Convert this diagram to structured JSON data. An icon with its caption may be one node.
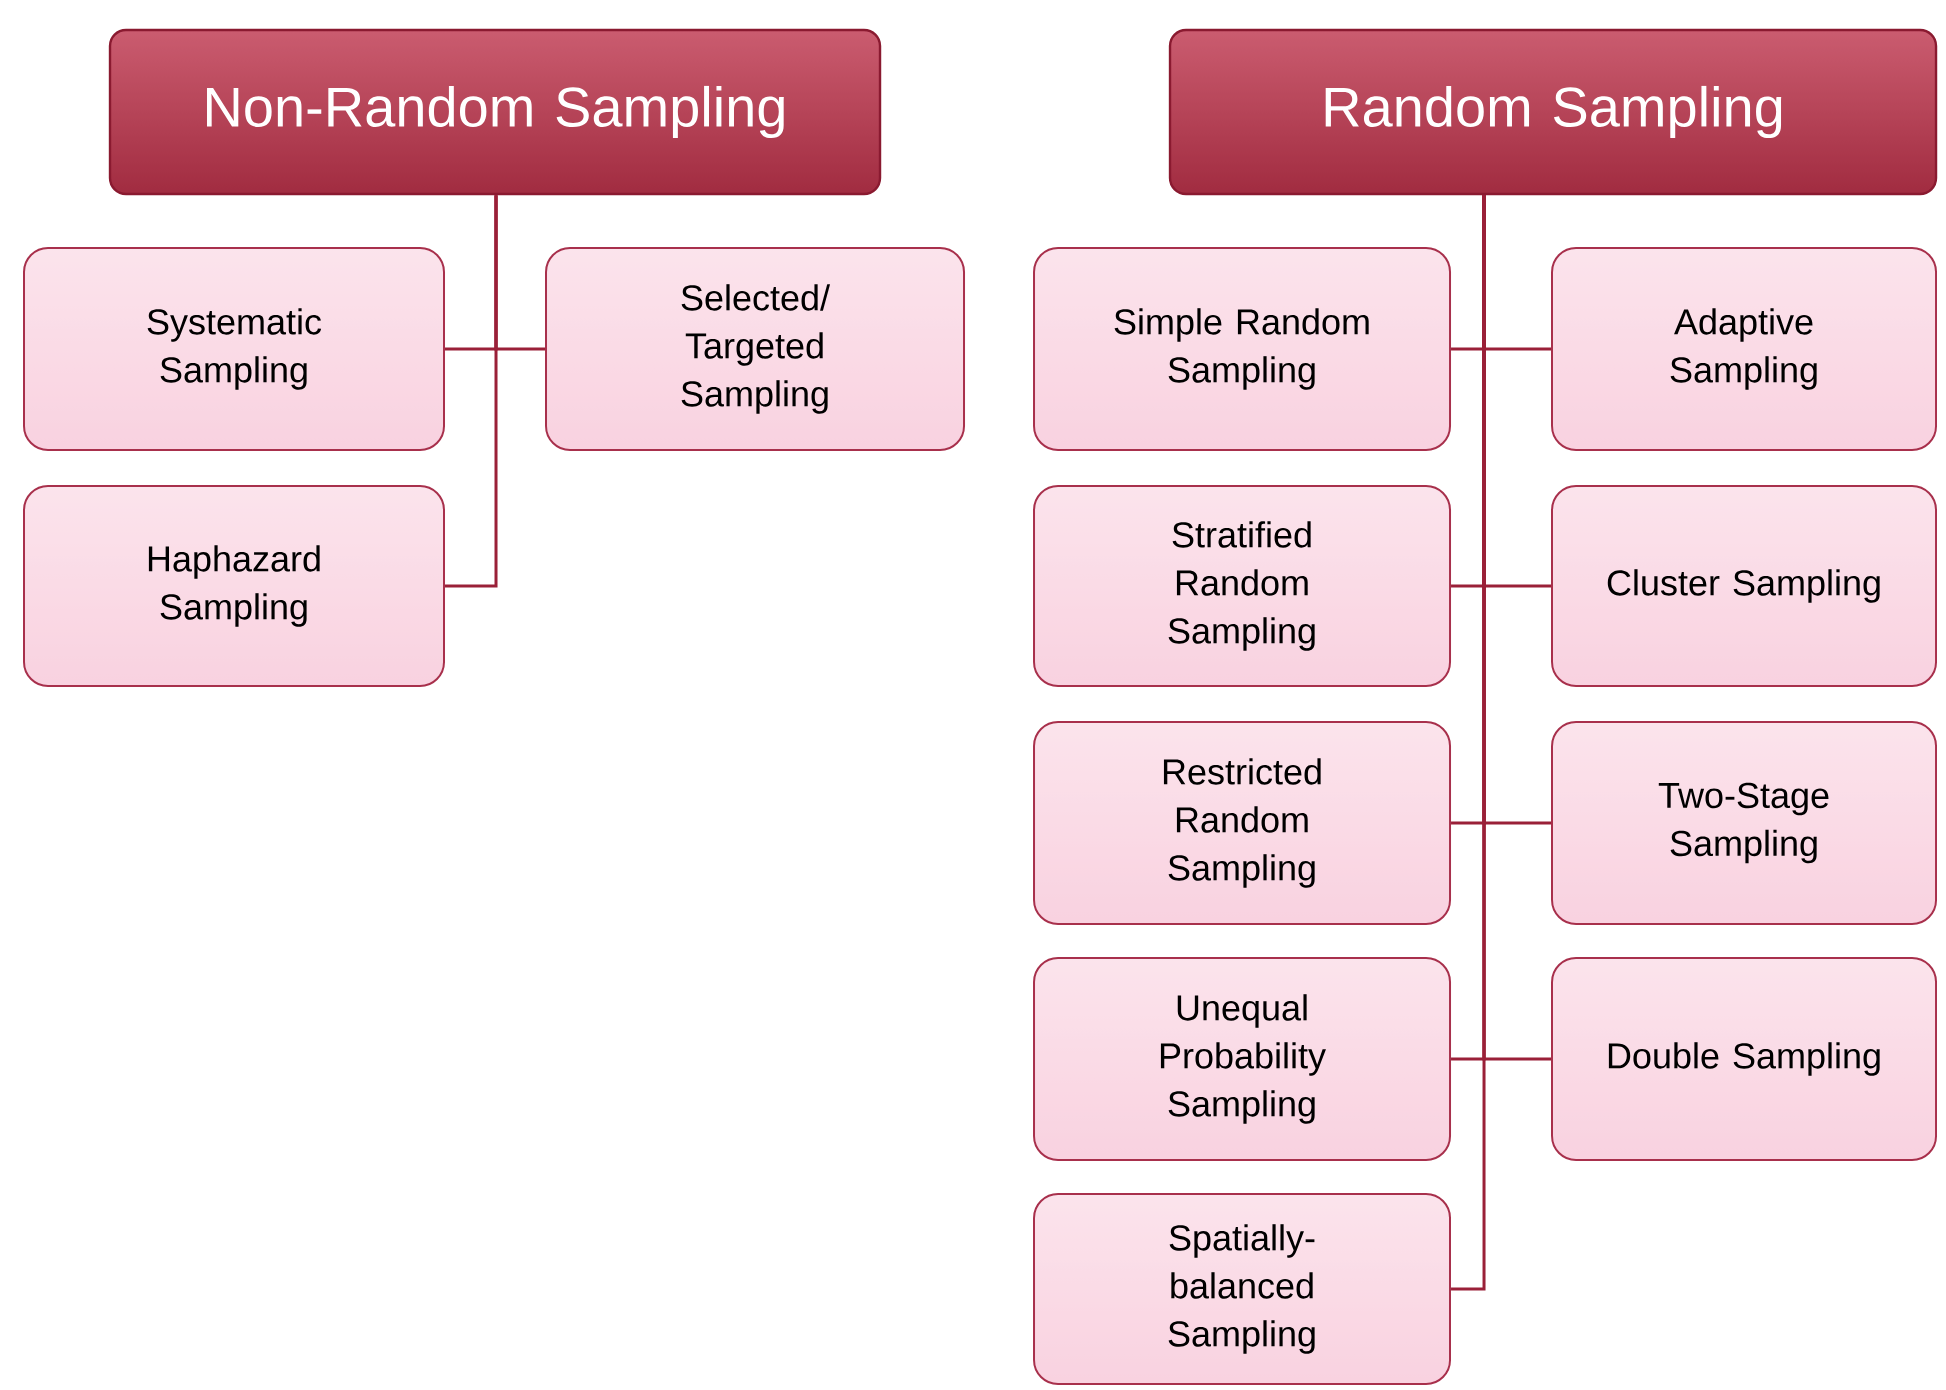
{
  "diagram": {
    "nodes": [
      {
        "text": [
          "Non-Random Sampling"
        ]
      },
      {
        "text": [
          "Systematic Sampling"
        ]
      },
      {
        "text": [
          "Selected/ Targeted Sampling"
        ]
      },
      {
        "text": [
          "Haphazard Sampling"
        ]
      },
      {
        "text": [
          "Random Sampling"
        ]
      },
      {
        "text": [
          "Simple Random Sampling"
        ]
      },
      {
        "text": [
          "Adaptive Sampling"
        ]
      },
      {
        "text": [
          "Stratified Random Sampling"
        ]
      },
      {
        "text": [
          "Cluster Sampling"
        ]
      },
      {
        "text": [
          "Restricted Random Sampling"
        ]
      },
      {
        "text": [
          "Two-Stage Sampling"
        ]
      },
      {
        "text": [
          "Unequal Probability Sampling"
        ]
      },
      {
        "text": [
          "Double Sampling"
        ]
      },
      {
        "text": [
          "Spatially-balanced Sampling"
        ]
      }
    ],
    "edges": [
      {
        "from": 0,
        "to": 1,
        "arrow": "none"
      },
      {
        "from": 0,
        "to": 2,
        "arrow": "none"
      },
      {
        "from": 0,
        "to": 3,
        "arrow": "none"
      },
      {
        "from": 4,
        "to": 5,
        "arrow": "none"
      },
      {
        "from": 4,
        "to": 6,
        "arrow": "none"
      },
      {
        "from": 4,
        "to": 7,
        "arrow": "none"
      },
      {
        "from": 4,
        "to": 8,
        "arrow": "none"
      },
      {
        "from": 4,
        "to": 9,
        "arrow": "none"
      },
      {
        "from": 4,
        "to": 10,
        "arrow": "none"
      },
      {
        "from": 4,
        "to": 11,
        "arrow": "none"
      },
      {
        "from": 4,
        "to": 12,
        "arrow": "none"
      },
      {
        "from": 4,
        "to": 13,
        "arrow": "none"
      }
    ]
  }
}
